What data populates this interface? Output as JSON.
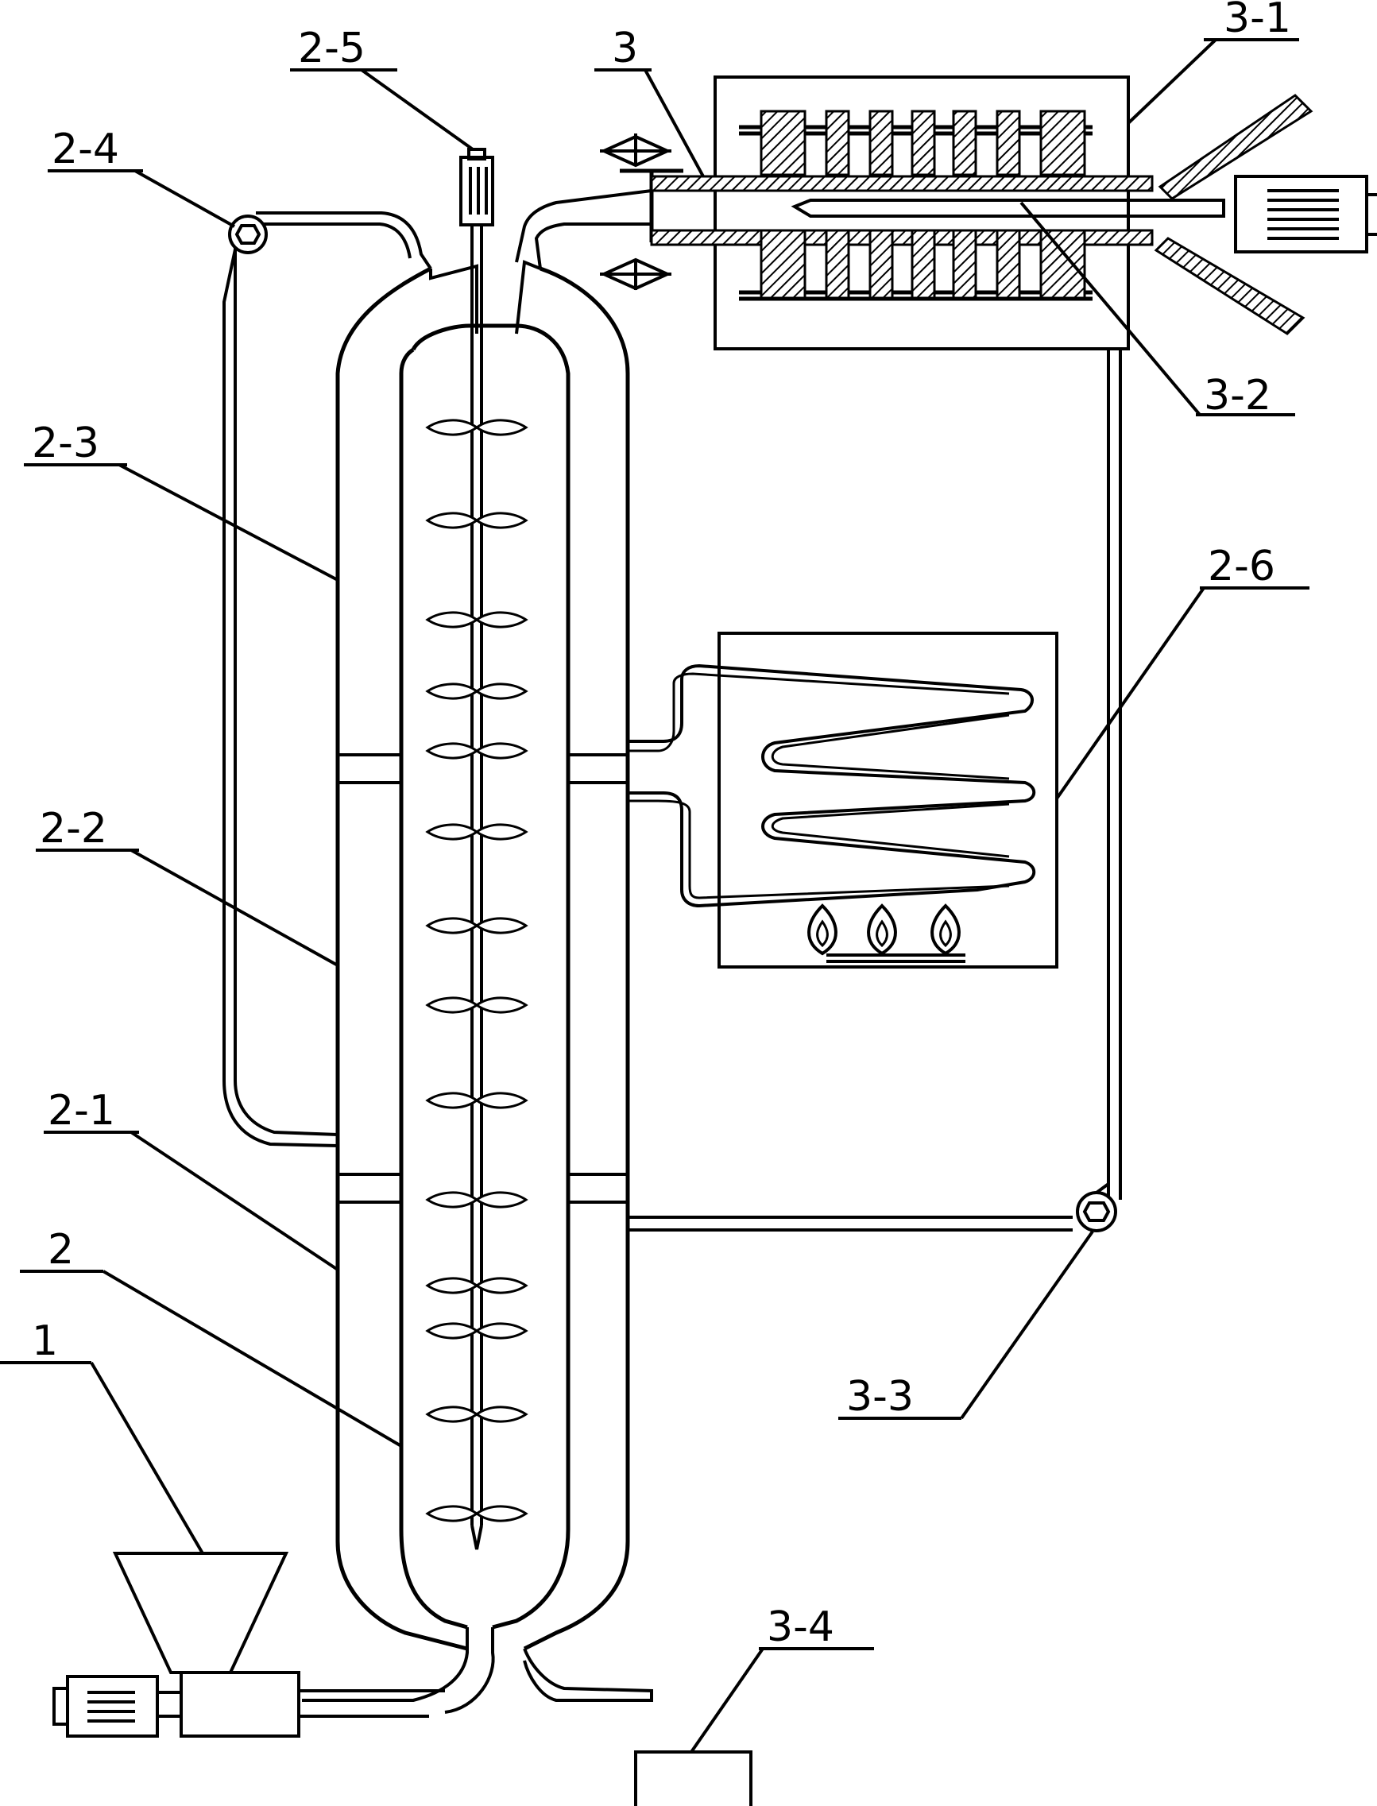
{
  "labels": {
    "l_2_5": "2-5",
    "l_3": "3",
    "l_3_1": "3-1",
    "l_2_4": "2-4",
    "l_3_2": "3-2",
    "l_2_3": "2-3",
    "l_2_6": "2-6",
    "l_2_2": "2-2",
    "l_2_1": "2-1",
    "l_2": "2",
    "l_1": "1",
    "l_3_3": "3-3",
    "l_3_4": "3-4"
  }
}
